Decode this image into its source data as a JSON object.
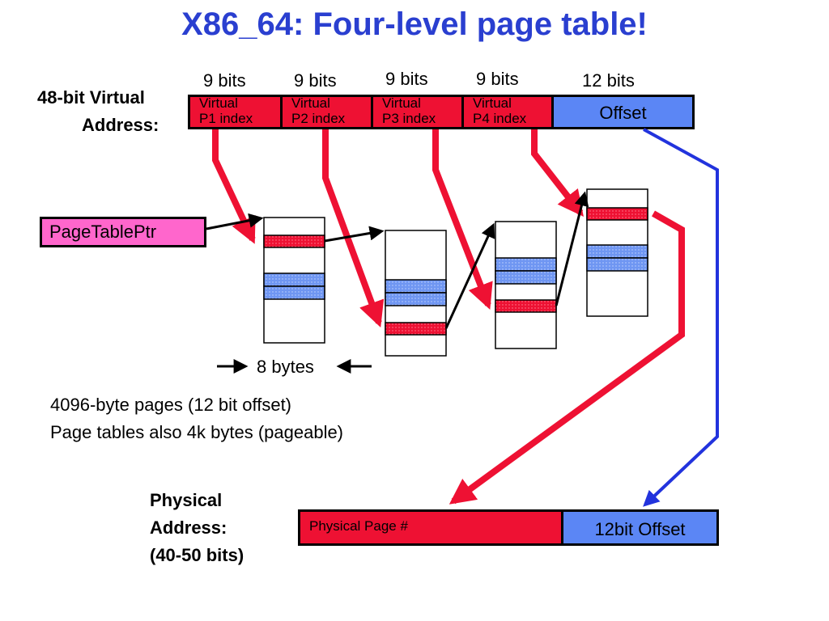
{
  "title": "X86_64: Four-level page table!",
  "virtual_address": {
    "label_line1": "48-bit Virtual",
    "label_line2": "Address:",
    "fields": [
      {
        "bits": "9 bits",
        "line1": "Virtual",
        "line2": "P1 index"
      },
      {
        "bits": "9 bits",
        "line1": "Virtual",
        "line2": "P2 index"
      },
      {
        "bits": "9 bits",
        "line1": "Virtual",
        "line2": "P3 index"
      },
      {
        "bits": "9 bits",
        "line1": "Virtual",
        "line2": "P4 index"
      }
    ],
    "offset": {
      "bits": "12 bits",
      "label": "Offset"
    }
  },
  "page_table_ptr": "PageTablePtr",
  "entry_size_label": "8 bytes",
  "notes": {
    "line1": "4096-byte pages (12 bit offset)",
    "line2": "Page tables also 4k bytes (pageable)"
  },
  "physical_address": {
    "label_line1": "Physical",
    "label_line2": "Address:",
    "label_line3": "(40-50 bits)",
    "page_label": "Physical Page #",
    "offset_label": "12bit Offset"
  },
  "colors": {
    "title": "#2a3fd0",
    "index_field": "#ee1133",
    "offset_field": "#5b86f5",
    "page_table_ptr": "#ff66cc",
    "red_arrow": "#ee1133",
    "blue_arrow": "#2233dd"
  }
}
